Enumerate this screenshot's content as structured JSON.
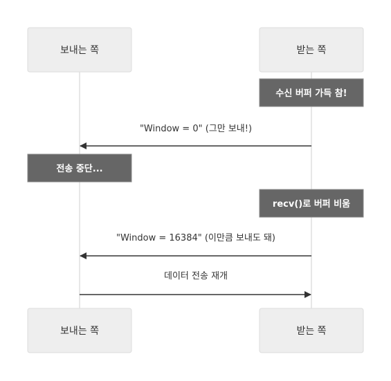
{
  "participants": {
    "sender": "보내는 쪽",
    "receiver": "받는 쪽"
  },
  "notes": {
    "buffer_full": "수신 버퍼 가득 참!",
    "stop_sending": "전송 중단...",
    "recv_emptied": "recv()로 버퍼 비움"
  },
  "messages": {
    "window_zero": "\"Window = 0\" (그만 보내!)",
    "window_16384": "\"Window = 16384\" (이만큼 보내도 돼)",
    "resume": "데이터 전송 재개"
  },
  "colors": {
    "actor_fill": "#eeeeee",
    "note_fill": "#666666",
    "line": "#333333"
  }
}
